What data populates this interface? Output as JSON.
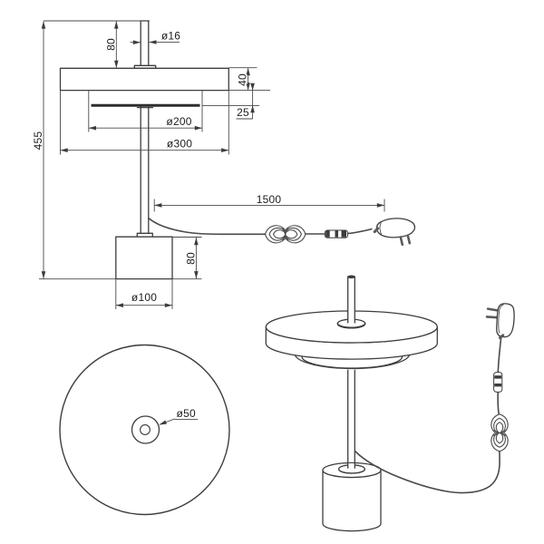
{
  "canvas": {
    "background": "#ffffff",
    "line_color": "#3e3e3e",
    "dimension_line_color": "#4a4a4a",
    "text_color": "#1c1c1c"
  },
  "dims": {
    "total_height": "455",
    "pole_top_height": "80",
    "pole_diameter": "ø16",
    "shade_height": "40",
    "diffuser_recess": "25",
    "diffuser_diameter": "ø200",
    "shade_diameter": "ø300",
    "cable_length": "1500",
    "base_height": "80",
    "base_diameter": "ø100",
    "base_detail_diameter": "ø50"
  }
}
